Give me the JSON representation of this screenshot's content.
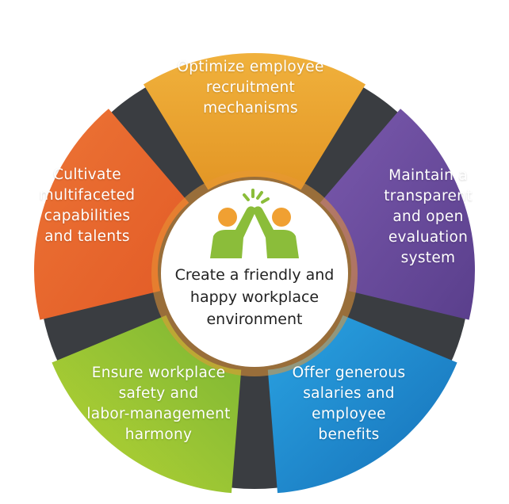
{
  "center": {
    "lines": [
      "Create a friendly and",
      "happy workplace",
      "environment"
    ]
  },
  "segments": [
    {
      "id": "recruitment",
      "color": "#eaa32b",
      "lines": [
        "Optimize employee",
        "recruitment",
        "mechanisms"
      ]
    },
    {
      "id": "evaluation",
      "color": "#6a4c9c",
      "lines": [
        "Maintain a",
        "transparent",
        "and open",
        "evaluation",
        "system"
      ]
    },
    {
      "id": "benefits",
      "color": "#1d8ad0",
      "lines": [
        "Offer generous",
        "salaries and",
        "employee",
        "benefits"
      ]
    },
    {
      "id": "safety",
      "color": "#9bc53d",
      "lines": [
        "Ensure workplace",
        "safety and",
        "labor-management",
        "harmony"
      ]
    },
    {
      "id": "talents",
      "color": "#e8642c",
      "lines": [
        "Cultivate",
        "multifaceted",
        "capabilities",
        "and talents"
      ]
    }
  ],
  "icons": {
    "center": "high-five-people-icon",
    "person_colors": [
      "#f0a032",
      "#8bbd3a"
    ],
    "spark_color": "#8bbd3a"
  }
}
